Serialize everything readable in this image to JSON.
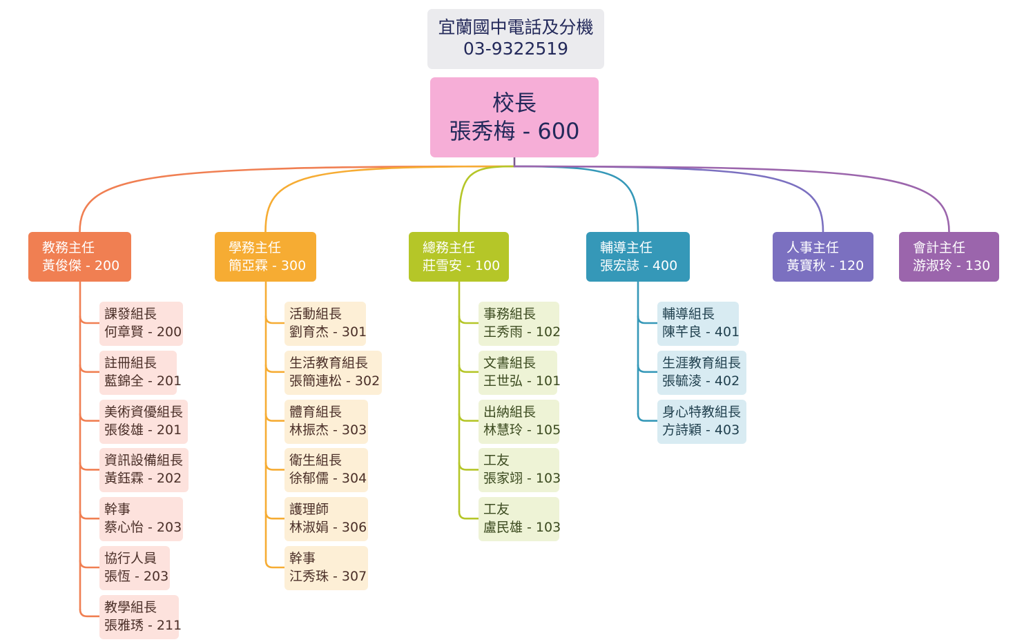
{
  "title": {
    "name": "宜蘭國中電話及分機",
    "phone": "03-9322519"
  },
  "root": {
    "role": "校長",
    "person": "張秀梅 - 600",
    "color": "#f6aed7"
  },
  "departments": [
    {
      "role": "教務主任",
      "person": "黃俊傑 - 200",
      "color": "#f07f52",
      "leaf_style": "c-orange",
      "members": [
        {
          "role": "課發組長",
          "person": "何章賢 - 200"
        },
        {
          "role": "註冊組長",
          "person": "藍錦全 - 201"
        },
        {
          "role": "美術資優組長",
          "person": "張俊雄 - 201"
        },
        {
          "role": "資訊設備組長",
          "person": "黃鈺霖 - 202"
        },
        {
          "role": "幹事",
          "person": "蔡心怡 - 203"
        },
        {
          "role": "協行人員",
          "person": "張恆 - 203"
        },
        {
          "role": "教學組長",
          "person": "張雅琇 - 211"
        }
      ]
    },
    {
      "role": "學務主任",
      "person": "簡亞霖 - 300",
      "color": "#f6ac33",
      "leaf_style": "c-yellow",
      "members": [
        {
          "role": "活動組長",
          "person": "劉育杰 - 301"
        },
        {
          "role": "生活教育組長",
          "person": "張簡連松 - 302"
        },
        {
          "role": "體育組長",
          "person": "林振杰 - 303"
        },
        {
          "role": "衛生組長",
          "person": "徐郁儒 - 304"
        },
        {
          "role": "護理師",
          "person": "林淑娟 - 306"
        },
        {
          "role": "幹事",
          "person": "江秀珠 - 307"
        }
      ]
    },
    {
      "role": "總務主任",
      "person": "莊雪安 - 100",
      "color": "#b5c628",
      "leaf_style": "c-green",
      "members": [
        {
          "role": "事務組長",
          "person": "王秀雨 - 102"
        },
        {
          "role": "文書組長",
          "person": "王世弘 - 101"
        },
        {
          "role": "出納組長",
          "person": "林慧玲 - 105"
        },
        {
          "role": "工友",
          "person": "張家翊 - 103"
        },
        {
          "role": "工友",
          "person": "盧民雄 - 103"
        }
      ]
    },
    {
      "role": "輔導主任",
      "person": "張宏誌 - 400",
      "color": "#3598b8",
      "leaf_style": "c-blue",
      "members": [
        {
          "role": "輔導組長",
          "person": "陳芊良 - 401"
        },
        {
          "role": "生涯教育組長",
          "person": "張毓淩 - 402"
        },
        {
          "role": "身心特教組長",
          "person": "方詩穎 - 403"
        }
      ]
    },
    {
      "role": "人事主任",
      "person": "黃寶秋 - 120",
      "color": "#7b70c0",
      "members": []
    },
    {
      "role": "會計主任",
      "person": "游淑玲 - 130",
      "color": "#9b65ac",
      "members": []
    }
  ]
}
